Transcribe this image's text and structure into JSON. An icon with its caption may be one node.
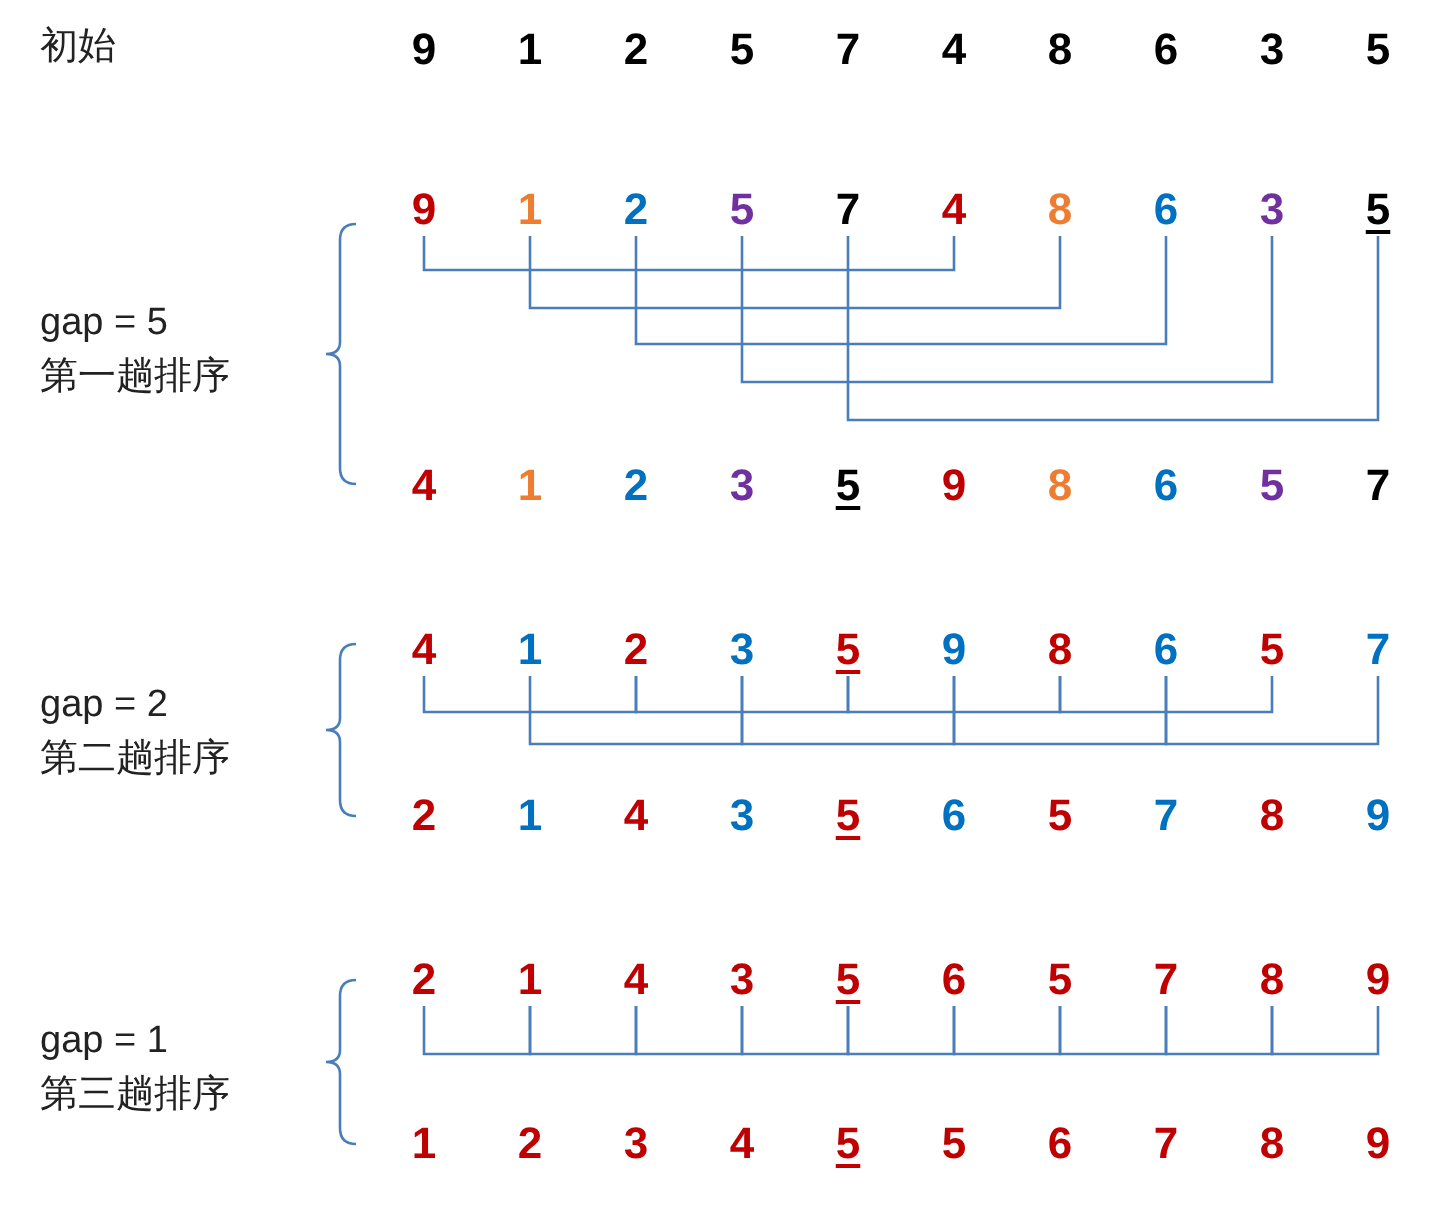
{
  "diagram": {
    "nodes": [
      {
        "text": [
          "9"
        ]
      },
      {
        "text": [
          "1"
        ]
      },
      {
        "text": [
          "2"
        ]
      },
      {
        "text": [
          "5"
        ]
      },
      {
        "text": [
          "7"
        ]
      },
      {
        "text": [
          "4"
        ]
      },
      {
        "text": [
          "8"
        ]
      },
      {
        "text": [
          "6"
        ]
      },
      {
        "text": [
          "3"
        ]
      },
      {
        "text": [
          "5"
        ]
      },
      {
        "text": [
          "4"
        ]
      },
      {
        "text": [
          "1"
        ]
      },
      {
        "text": [
          "2"
        ]
      },
      {
        "text": [
          "3"
        ]
      },
      {
        "text": [
          "5"
        ]
      },
      {
        "text": [
          "9"
        ]
      },
      {
        "text": [
          "8"
        ]
      },
      {
        "text": [
          "6"
        ]
      },
      {
        "text": [
          "5"
        ]
      },
      {
        "text": [
          "7"
        ]
      },
      {
        "text": [
          "2"
        ]
      },
      {
        "text": [
          "1"
        ]
      },
      {
        "text": [
          "4"
        ]
      },
      {
        "text": [
          "3"
        ]
      },
      {
        "text": [
          "5"
        ]
      },
      {
        "text": [
          "6"
        ]
      },
      {
        "text": [
          "5"
        ]
      },
      {
        "text": [
          "7"
        ]
      },
      {
        "text": [
          "8"
        ]
      },
      {
        "text": [
          "9"
        ]
      }
    ],
    "edges": [
      {
        "from": 0,
        "to": 5,
        "arrow": "none"
      },
      {
        "from": 1,
        "to": 6,
        "arrow": "none"
      },
      {
        "from": 2,
        "to": 7,
        "arrow": "none"
      },
      {
        "from": 3,
        "to": 8,
        "arrow": "none"
      },
      {
        "from": 4,
        "to": 9,
        "arrow": "none"
      },
      {
        "from": 10,
        "to": 12,
        "arrow": "none"
      },
      {
        "from": 12,
        "to": 14,
        "arrow": "none"
      },
      {
        "from": 14,
        "to": 16,
        "arrow": "none"
      },
      {
        "from": 16,
        "to": 18,
        "arrow": "none"
      },
      {
        "from": 11,
        "to": 13,
        "arrow": "none"
      },
      {
        "from": 13,
        "to": 15,
        "arrow": "none"
      },
      {
        "from": 15,
        "to": 17,
        "arrow": "none"
      },
      {
        "from": 17,
        "to": 19,
        "arrow": "none"
      },
      {
        "from": 20,
        "to": 21,
        "arrow": "none"
      },
      {
        "from": 21,
        "to": 22,
        "arrow": "none"
      },
      {
        "from": 22,
        "to": 23,
        "arrow": "none"
      },
      {
        "from": 23,
        "to": 24,
        "arrow": "none"
      },
      {
        "from": 24,
        "to": 25,
        "arrow": "none"
      },
      {
        "from": 25,
        "to": 26,
        "arrow": "none"
      },
      {
        "from": 26,
        "to": 27,
        "arrow": "none"
      },
      {
        "from": 27,
        "to": 28,
        "arrow": "none"
      },
      {
        "from": 28,
        "to": 29,
        "arrow": "none"
      }
    ],
    "labels": [
      "初始",
      "9",
      "1",
      "2",
      "5",
      "7",
      "4",
      "8",
      "6",
      "3",
      "5",
      "gap = 5",
      "第一趟排序",
      "4",
      "1",
      "2",
      "3",
      "5",
      "9",
      "8",
      "6",
      "5",
      "7",
      "gap = 2",
      "第二趟排序",
      "2",
      "1",
      "4",
      "3",
      "5",
      "6",
      "5",
      "7",
      "8",
      "9",
      "gap = 1",
      "第三趟排序",
      "1",
      "2",
      "3",
      "4",
      "5",
      "5",
      "6",
      "7",
      "8",
      "9"
    ]
  }
}
